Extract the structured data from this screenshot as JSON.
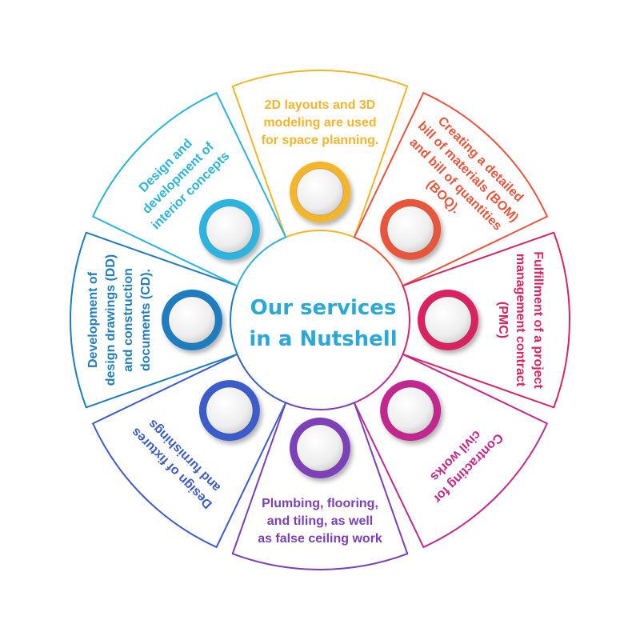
{
  "title": {
    "lines": [
      "Our services",
      "in a Nutshell"
    ],
    "color": "#2aa9d6"
  },
  "segments": [
    {
      "color": "#f4b52c",
      "lines": [
        "2D layouts and 3D",
        "modeling are used",
        "for space planning."
      ]
    },
    {
      "color": "#e9553b",
      "lines": [
        "Creating a detailed",
        "bill of materials (BOM)",
        "and bill of quantities",
        "(BOQ)."
      ]
    },
    {
      "color": "#d9245f",
      "lines": [
        "Fulfillment of a project",
        "management contract",
        "(PMC)"
      ]
    },
    {
      "color": "#c4288f",
      "lines": [
        "Contracting for",
        "civil works"
      ]
    },
    {
      "color": "#7b3fb8",
      "lines": [
        "Plumbing, flooring,",
        "and tiling, as well",
        "as false ceiling work"
      ]
    },
    {
      "color": "#3b5ccb",
      "lines": [
        "Design of fixtures",
        "and furnishings"
      ]
    },
    {
      "color": "#1f7dbf",
      "lines": [
        "Development of",
        "design drawings (DD)",
        "and construction",
        "documents (CD)."
      ]
    },
    {
      "color": "#2bb4df",
      "lines": [
        "Design and",
        "development of",
        "interior concepts"
      ]
    }
  ]
}
